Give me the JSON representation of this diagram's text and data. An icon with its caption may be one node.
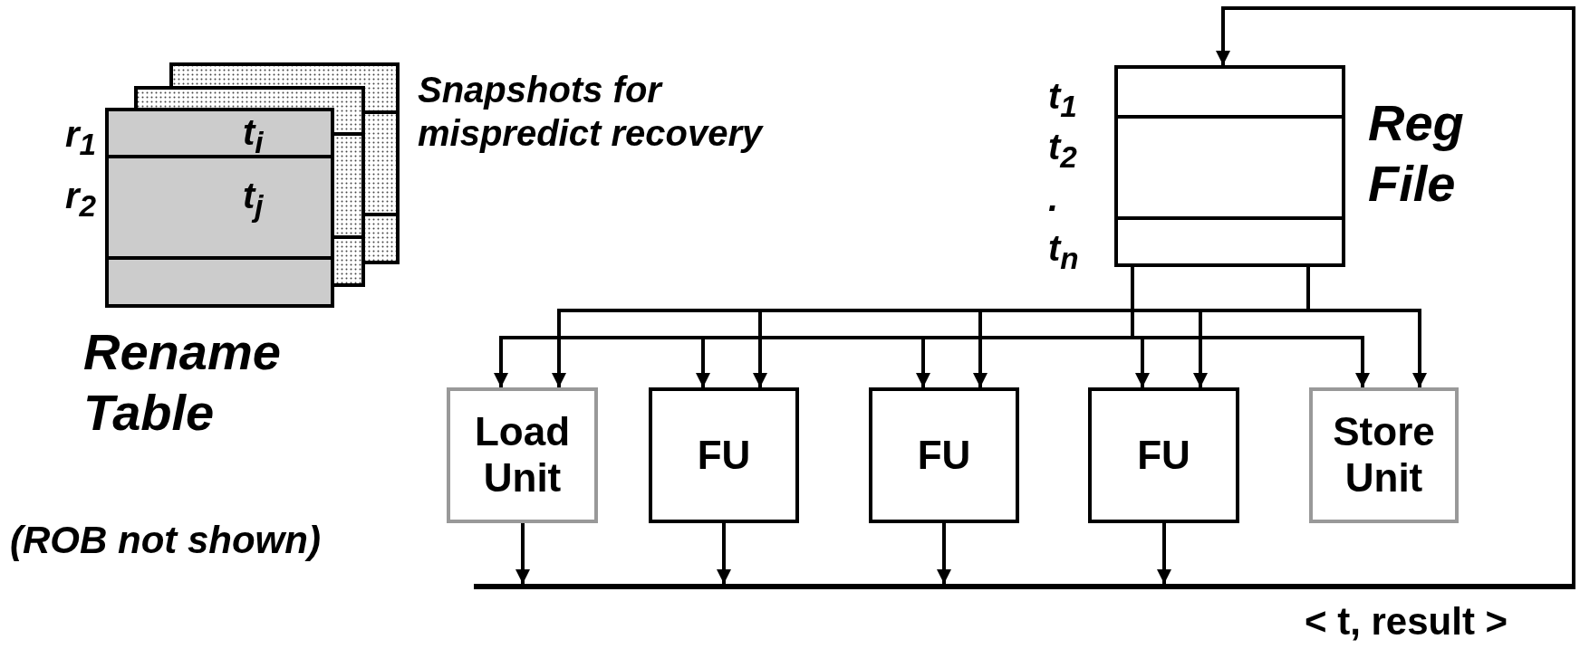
{
  "diagram": {
    "nodes": [
      {
        "text": [],
        "shape": "box"
      },
      {
        "text": [],
        "shape": "box"
      },
      {
        "text": [
          "Rename Table"
        ]
      },
      {
        "text": [
          "Reg File"
        ]
      },
      {
        "text": [
          "Load Unit"
        ]
      },
      {
        "text": [
          "FU"
        ]
      },
      {
        "text": [
          "FU"
        ]
      },
      {
        "text": [
          "FU"
        ]
      },
      {
        "text": [
          "Store Unit"
        ]
      },
      {
        "text": [],
        "shape": "bar"
      }
    ],
    "edges": [
      {
        "from": 3,
        "to": 4,
        "arrow": "to"
      },
      {
        "from": 3,
        "to": 4,
        "arrow": "to"
      },
      {
        "from": 3,
        "to": 5,
        "arrow": "to"
      },
      {
        "from": 3,
        "to": 5,
        "arrow": "to"
      },
      {
        "from": 3,
        "to": 6,
        "arrow": "to"
      },
      {
        "from": 3,
        "to": 6,
        "arrow": "to"
      },
      {
        "from": 3,
        "to": 7,
        "arrow": "to"
      },
      {
        "from": 3,
        "to": 7,
        "arrow": "to"
      },
      {
        "from": 3,
        "to": 8,
        "arrow": "to"
      },
      {
        "from": 3,
        "to": 8,
        "arrow": "to"
      },
      {
        "from": 4,
        "to": 9,
        "arrow": "to"
      },
      {
        "from": 5,
        "to": 9,
        "arrow": "to"
      },
      {
        "from": 6,
        "to": 9,
        "arrow": "to"
      },
      {
        "from": 7,
        "to": 9,
        "arrow": "to"
      },
      {
        "from": 9,
        "to": 3,
        "arrow": "to",
        "label": "< t, result >"
      }
    ],
    "labels": [
      "Snapshots for mispredict recovery",
      "r$_{1}$",
      "t$_{i}$",
      "r$_{2}$",
      "t$_{j}$",
      "t$_{1}$",
      "t$_{2}$",
      ".",
      "t$_{n}$",
      "(ROB not shown)"
    ]
  }
}
